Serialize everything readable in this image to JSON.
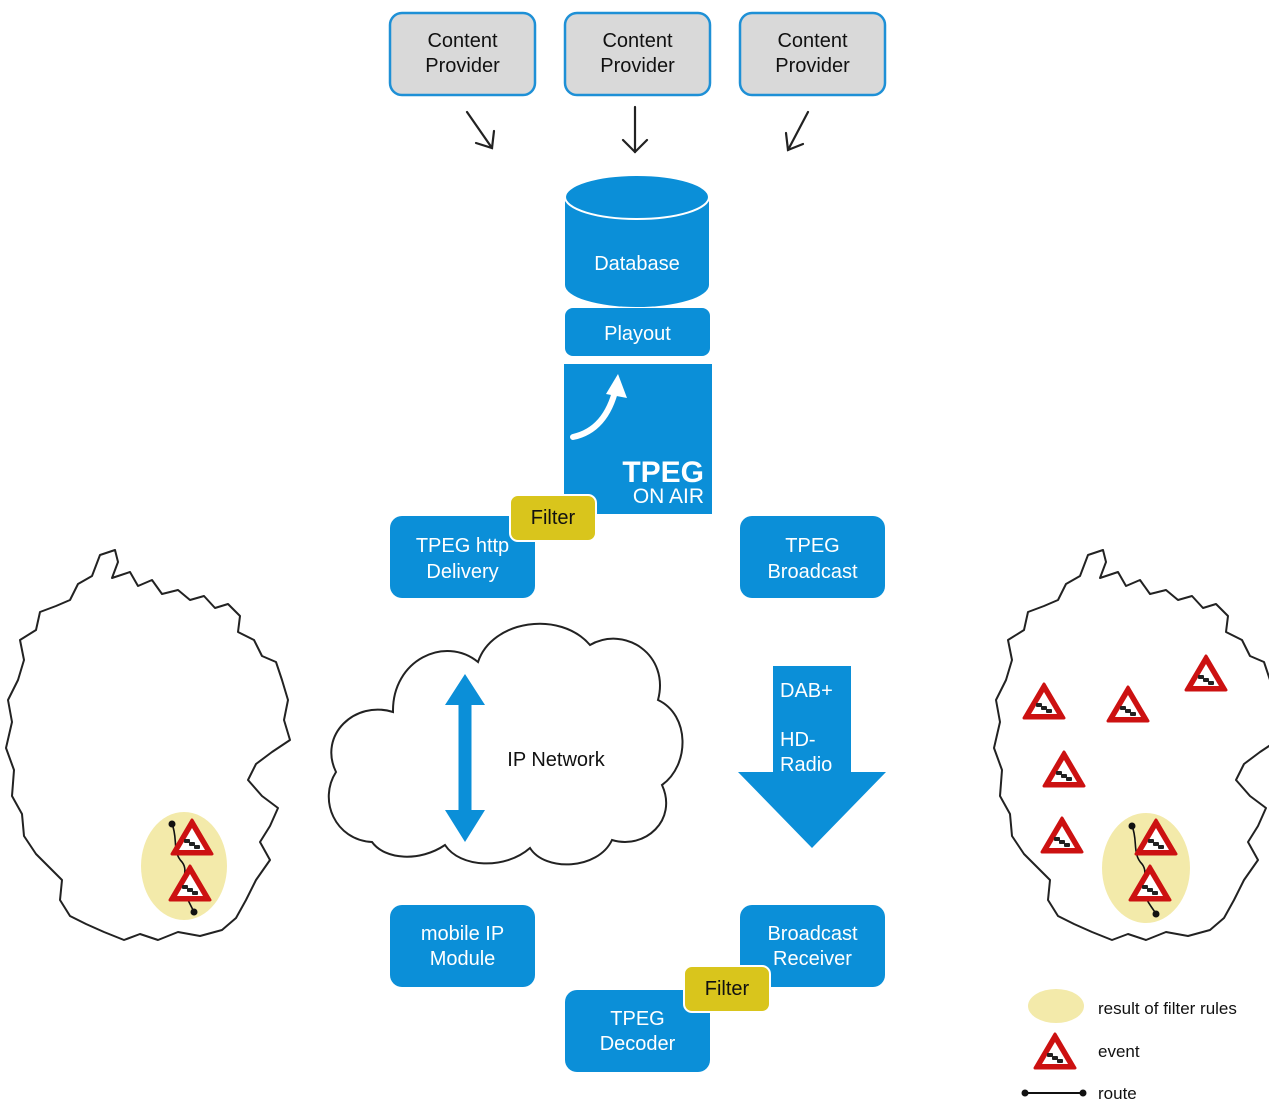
{
  "colors": {
    "blue": "#0b8fd8",
    "gray_box": "#d9d9d9",
    "gray_border": "#1e90d6",
    "filter": "#d9c51c",
    "filter_area": "#f3eaaa",
    "event_red": "#cc1111"
  },
  "providers": [
    {
      "line1": "Content",
      "line2": "Provider"
    },
    {
      "line1": "Content",
      "line2": "Provider"
    },
    {
      "line1": "Content",
      "line2": "Provider"
    }
  ],
  "database": {
    "label": "Database"
  },
  "playout": {
    "label": "Playout"
  },
  "tpeg_logo": {
    "line1": "TPEG",
    "line2": "ON AIR"
  },
  "http_delivery": {
    "line1": "TPEG http",
    "line2": "Delivery"
  },
  "filter_top": {
    "label": "Filter"
  },
  "broadcast": {
    "line1": "TPEG",
    "line2": "Broadcast"
  },
  "ip_network": {
    "label": "IP Network"
  },
  "broadcast_arrow": {
    "line1": "DAB+",
    "line2": "HD-",
    "line3": "Radio"
  },
  "mobile_ip": {
    "line1": "mobile IP",
    "line2": "Module"
  },
  "broadcast_receiver": {
    "line1": "Broadcast",
    "line2": "Receiver"
  },
  "filter_bottom": {
    "label": "Filter"
  },
  "tpeg_decoder": {
    "line1": "TPEG",
    "line2": "Decoder"
  },
  "legend": {
    "filter_result": "result of filter rules",
    "event": "event",
    "route": "route"
  },
  "icons": {
    "event": "traffic-jam-warning-icon",
    "map": "germany-map-outline"
  }
}
